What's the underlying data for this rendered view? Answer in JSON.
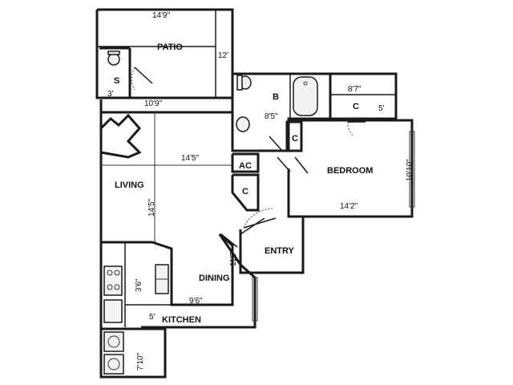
{
  "rooms": {
    "patio": "PATIO",
    "storage": "S",
    "bath": "B",
    "closet_bath": "C",
    "closet_small": "C",
    "ac": "AC",
    "closet_entry": "C",
    "bedroom": "BEDROOM",
    "living": "LIVING",
    "entry": "ENTRY",
    "dining": "DINING",
    "kitchen": "KITCHEN"
  },
  "dimensions": {
    "patio_width": "14'9\"",
    "patio_depth": "12'",
    "storage_depth": "3'",
    "patio_lower_width": "10'9\"",
    "bath_depth": "8'5\"",
    "closet_width": "8'7\"",
    "closet_depth": "5'",
    "living_width": "14'5\"",
    "living_depth": "14'5\"",
    "bedroom_depth": "10'10\"",
    "bedroom_width": "14'2\"",
    "entry_depth": "11'7\"",
    "kitchen_counter": "3'6\"",
    "dining_width": "9'6\"",
    "kitchen_depth": "5'",
    "laundry_depth": "7'10\""
  }
}
